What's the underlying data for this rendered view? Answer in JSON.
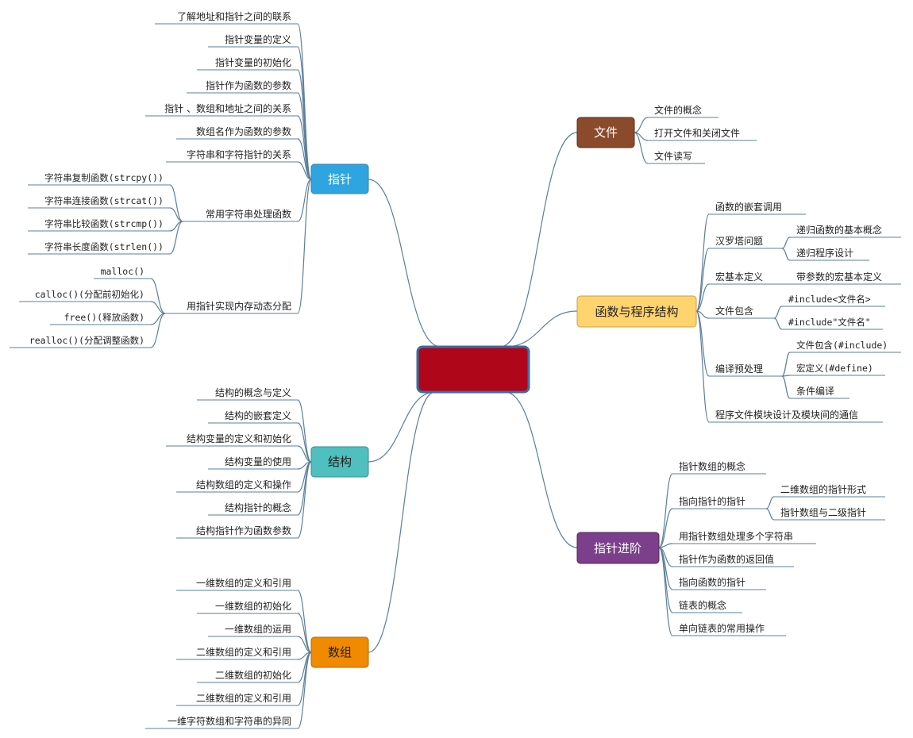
{
  "center": {
    "label": "",
    "color": "#b0061a",
    "border": "#3a6ea5"
  },
  "colors": {
    "connector": "#5b7f9b",
    "pointer": "#2ea5e0",
    "struct": "#4fbfbf",
    "array": "#f08a00",
    "file": "#8b4a2b",
    "function": "#ffd36e",
    "advanced": "#7c3f8c"
  },
  "branches": {
    "pointer": {
      "label": "指针",
      "items": [
        "了解地址和指针之间的联系",
        "指针变量的定义",
        "指针变量的初始化",
        "指针作为函数的参数",
        "指针 、数组和地址之间的关系",
        "数组名作为函数的参数",
        "字符串和字符指针的关系"
      ],
      "string_funcs": {
        "label": "常用字符串处理函数",
        "items": [
          "字符串复制函数(strcpy())",
          "字符串连接函数(strcat())",
          "字符串比较函数(strcmp())",
          "字符串长度函数(strlen())"
        ]
      },
      "dynamic": {
        "label": "用指针实现内存动态分配",
        "items": [
          "malloc()",
          "calloc()(分配前初始化)",
          "free()(释放函数)",
          "realloc()(分配调整函数)"
        ]
      }
    },
    "struct": {
      "label": "结构",
      "items": [
        "结构的概念与定义",
        "结构的嵌套定义",
        "结构变量的定义和初始化",
        "结构变量的使用",
        "结构数组的定义和操作",
        "结构指针的概念",
        "结构指针作为函数参数"
      ]
    },
    "array": {
      "label": "数组",
      "items": [
        "一维数组的定义和引用",
        "一维数组的初始化",
        "一维数组的运用",
        "二维数组的定义和引用",
        "二维数组的初始化",
        "二维数组的定义和引用",
        "一维字符数组和字符串的异同"
      ]
    },
    "file": {
      "label": "文件",
      "items": [
        "文件的概念",
        "打开文件和关闭文件",
        "文件读写"
      ]
    },
    "function": {
      "label": "函数与程序结构",
      "nested_call": "函数的嵌套调用",
      "hanoi": {
        "label": "汉罗塔问题",
        "items": [
          "递归函数的基本概念",
          "递归程序设计"
        ]
      },
      "macro": {
        "label": "宏基本定义",
        "items": [
          "带参数的宏基本定义"
        ]
      },
      "include": {
        "label": "文件包含",
        "items": [
          "#include<文件名>",
          "#include\"文件名\""
        ]
      },
      "preprocess": {
        "label": "编译预处理",
        "items": [
          "文件包含(#include)",
          "宏定义(#define)",
          "条件编译"
        ]
      },
      "modules": "程序文件模块设计及模块间的通信"
    },
    "advanced": {
      "label": "指针进阶",
      "ptr_array": "指针数组的概念",
      "ptr_to_ptr": {
        "label": "指向指针的指针",
        "items": [
          "二维数组的指针形式",
          "指针数组与二级指针"
        ]
      },
      "items": [
        "用指针数组处理多个字符串",
        "指针作为函数的返回值",
        "指向函数的指针",
        "链表的概念",
        "单向链表的常用操作"
      ]
    }
  }
}
